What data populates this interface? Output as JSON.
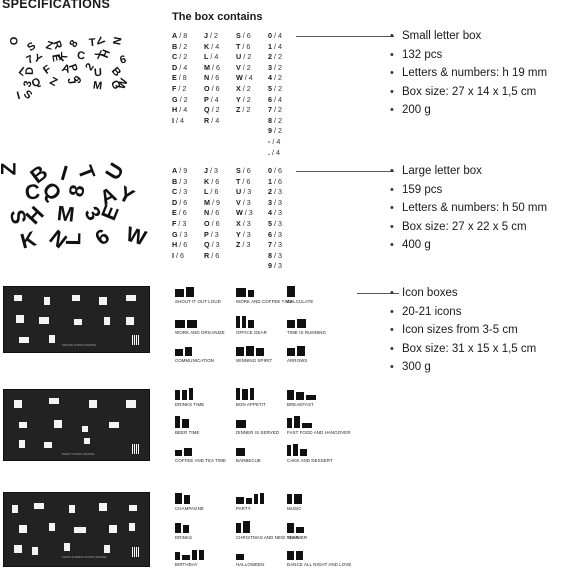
{
  "header": {
    "title": "SPECIFICATIONS",
    "box_contains": "The box contains"
  },
  "small_table": {
    "letters_1": [
      [
        "A",
        "8"
      ],
      [
        "B",
        "2"
      ],
      [
        "C",
        "2"
      ],
      [
        "D",
        "4"
      ],
      [
        "E",
        "8"
      ],
      [
        "F",
        "2"
      ],
      [
        "G",
        "2"
      ],
      [
        "H",
        "4"
      ],
      [
        "I",
        "4"
      ]
    ],
    "letters_2": [
      [
        "J",
        "2"
      ],
      [
        "K",
        "4"
      ],
      [
        "L",
        "4"
      ],
      [
        "M",
        "6"
      ],
      [
        "N",
        "6"
      ],
      [
        "O",
        "6"
      ],
      [
        "P",
        "4"
      ],
      [
        "Q",
        "2"
      ],
      [
        "R",
        "4"
      ]
    ],
    "letters_3": [
      [
        "S",
        "6"
      ],
      [
        "T",
        "6"
      ],
      [
        "U",
        "2"
      ],
      [
        "V",
        "2"
      ],
      [
        "W",
        "4"
      ],
      [
        "X",
        "2"
      ],
      [
        "Y",
        "2"
      ],
      [
        "Z",
        "2"
      ]
    ],
    "numbers": [
      [
        "0",
        "4"
      ],
      [
        "1",
        "4"
      ],
      [
        "2",
        "2"
      ],
      [
        "3",
        "2"
      ],
      [
        "4",
        "2"
      ],
      [
        "5",
        "2"
      ],
      [
        "6",
        "4"
      ],
      [
        "7",
        "2"
      ],
      [
        "8",
        "2"
      ],
      [
        "9",
        "2"
      ],
      [
        "-",
        "4"
      ],
      [
        ".",
        "4"
      ]
    ]
  },
  "large_table": {
    "letters_1": [
      [
        "A",
        "9"
      ],
      [
        "B",
        "3"
      ],
      [
        "C",
        "3"
      ],
      [
        "D",
        "6"
      ],
      [
        "E",
        "6"
      ],
      [
        "F",
        "3"
      ],
      [
        "G",
        "3"
      ],
      [
        "H",
        "6"
      ],
      [
        "I",
        "6"
      ]
    ],
    "letters_2": [
      [
        "J",
        "3"
      ],
      [
        "K",
        "6"
      ],
      [
        "L",
        "6"
      ],
      [
        "M",
        "9"
      ],
      [
        "N",
        "6"
      ],
      [
        "O",
        "6"
      ],
      [
        "P",
        "3"
      ],
      [
        "Q",
        "3"
      ],
      [
        "R",
        "6"
      ]
    ],
    "letters_3": [
      [
        "S",
        "6"
      ],
      [
        "T",
        "6"
      ],
      [
        "U",
        "3"
      ],
      [
        "V",
        "3"
      ],
      [
        "W",
        "3"
      ],
      [
        "X",
        "3"
      ],
      [
        "Y",
        "3"
      ],
      [
        "Z",
        "3"
      ]
    ],
    "numbers": [
      [
        "0",
        "6"
      ],
      [
        "1",
        "6"
      ],
      [
        "2",
        "3"
      ],
      [
        "3",
        "3"
      ],
      [
        "4",
        "3"
      ],
      [
        "5",
        "3"
      ],
      [
        "6",
        "3"
      ],
      [
        "7",
        "3"
      ],
      [
        "8",
        "3"
      ],
      [
        "9",
        "3"
      ]
    ]
  },
  "specs_small": [
    "Small letter box",
    "132 pcs",
    "Letters & numbers: h 19 mm",
    "Box size: 27 x 14 x 1,5 cm",
    "200 g"
  ],
  "specs_large": [
    "Large letter box",
    "159 pcs",
    "Letters & numbers: h 50 mm",
    "Box size: 27 x 22 x 5 cm",
    "400 g"
  ],
  "specs_icons": [
    "Icon boxes",
    "20-21 icons",
    "Icon sizes from 3-5 cm",
    "Box size: 31 x 15 x 1,5 cm",
    "300 g"
  ],
  "bullet": "•",
  "icon_captions": [
    [
      "SHOUT IT OUT LOUD",
      "WORK AND COFFEE TIME",
      "CALCULATE"
    ],
    [
      "WORK AND ORGANIZE",
      "OFFICE GEAR",
      "TIME IS RUNNING"
    ],
    [
      "COMMUNICATION",
      "WINNING SPIRIT",
      "ARROWS"
    ],
    [
      "DRINKS TIME",
      "BON APPETIT",
      "BREAKFAST"
    ],
    [
      "BEER TIME",
      "DINNER IS SERVED",
      "FAST FOOD AND HANGOVER"
    ],
    [
      "COFFEE AND TEA TIME",
      "BARBECUE",
      "CAKE AND DESSERT"
    ],
    [
      "CHAMPAGNE",
      "PARTY",
      "MUSIC"
    ],
    [
      "DRINKS",
      "CHRISTMAS AND NEW YEAR",
      "SUMMER"
    ],
    [
      "BIRTHDAY",
      "HALLOWEEN",
      "DANCE ALL NIGHT AND LOVE"
    ]
  ],
  "box_labels": [
    "OFFICE ICONS (WHITE)",
    "PARTY ICONS (WHITE)",
    "FOOD & DRINK ICONS (WHITE)"
  ],
  "clouds": {
    "small": "OSZR8TVN7YEKCXH6LDFAP2UB3QZJ9MGWIS",
    "large": "ZBITUCQ8AYSHM3EKNL6W"
  }
}
